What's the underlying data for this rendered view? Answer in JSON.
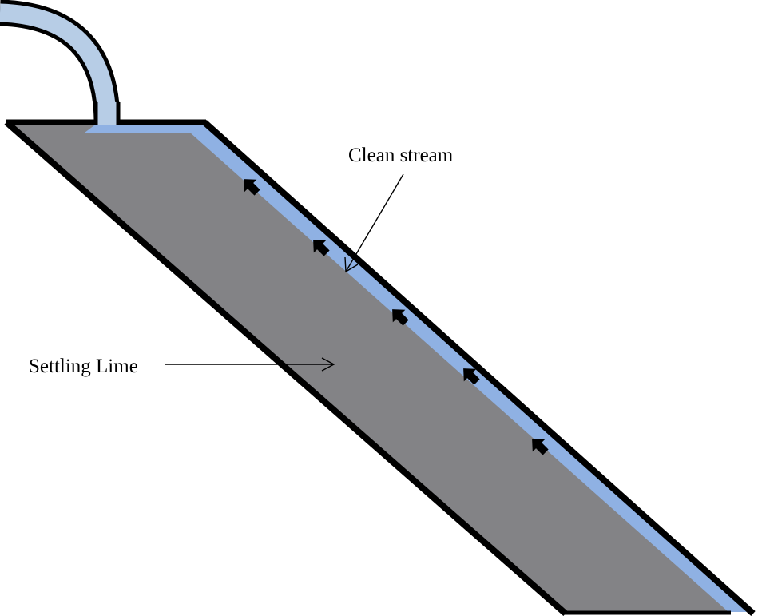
{
  "labels": {
    "clean_stream": "Clean stream",
    "settling_lime": "Settling Lime"
  },
  "colors": {
    "background": "#ffffff",
    "settling_lime": "#838386",
    "clean_stream": "#8fb1e3",
    "pipe": "#b7cde6",
    "outline": "#000000"
  },
  "flow_direction_arrows": 5
}
